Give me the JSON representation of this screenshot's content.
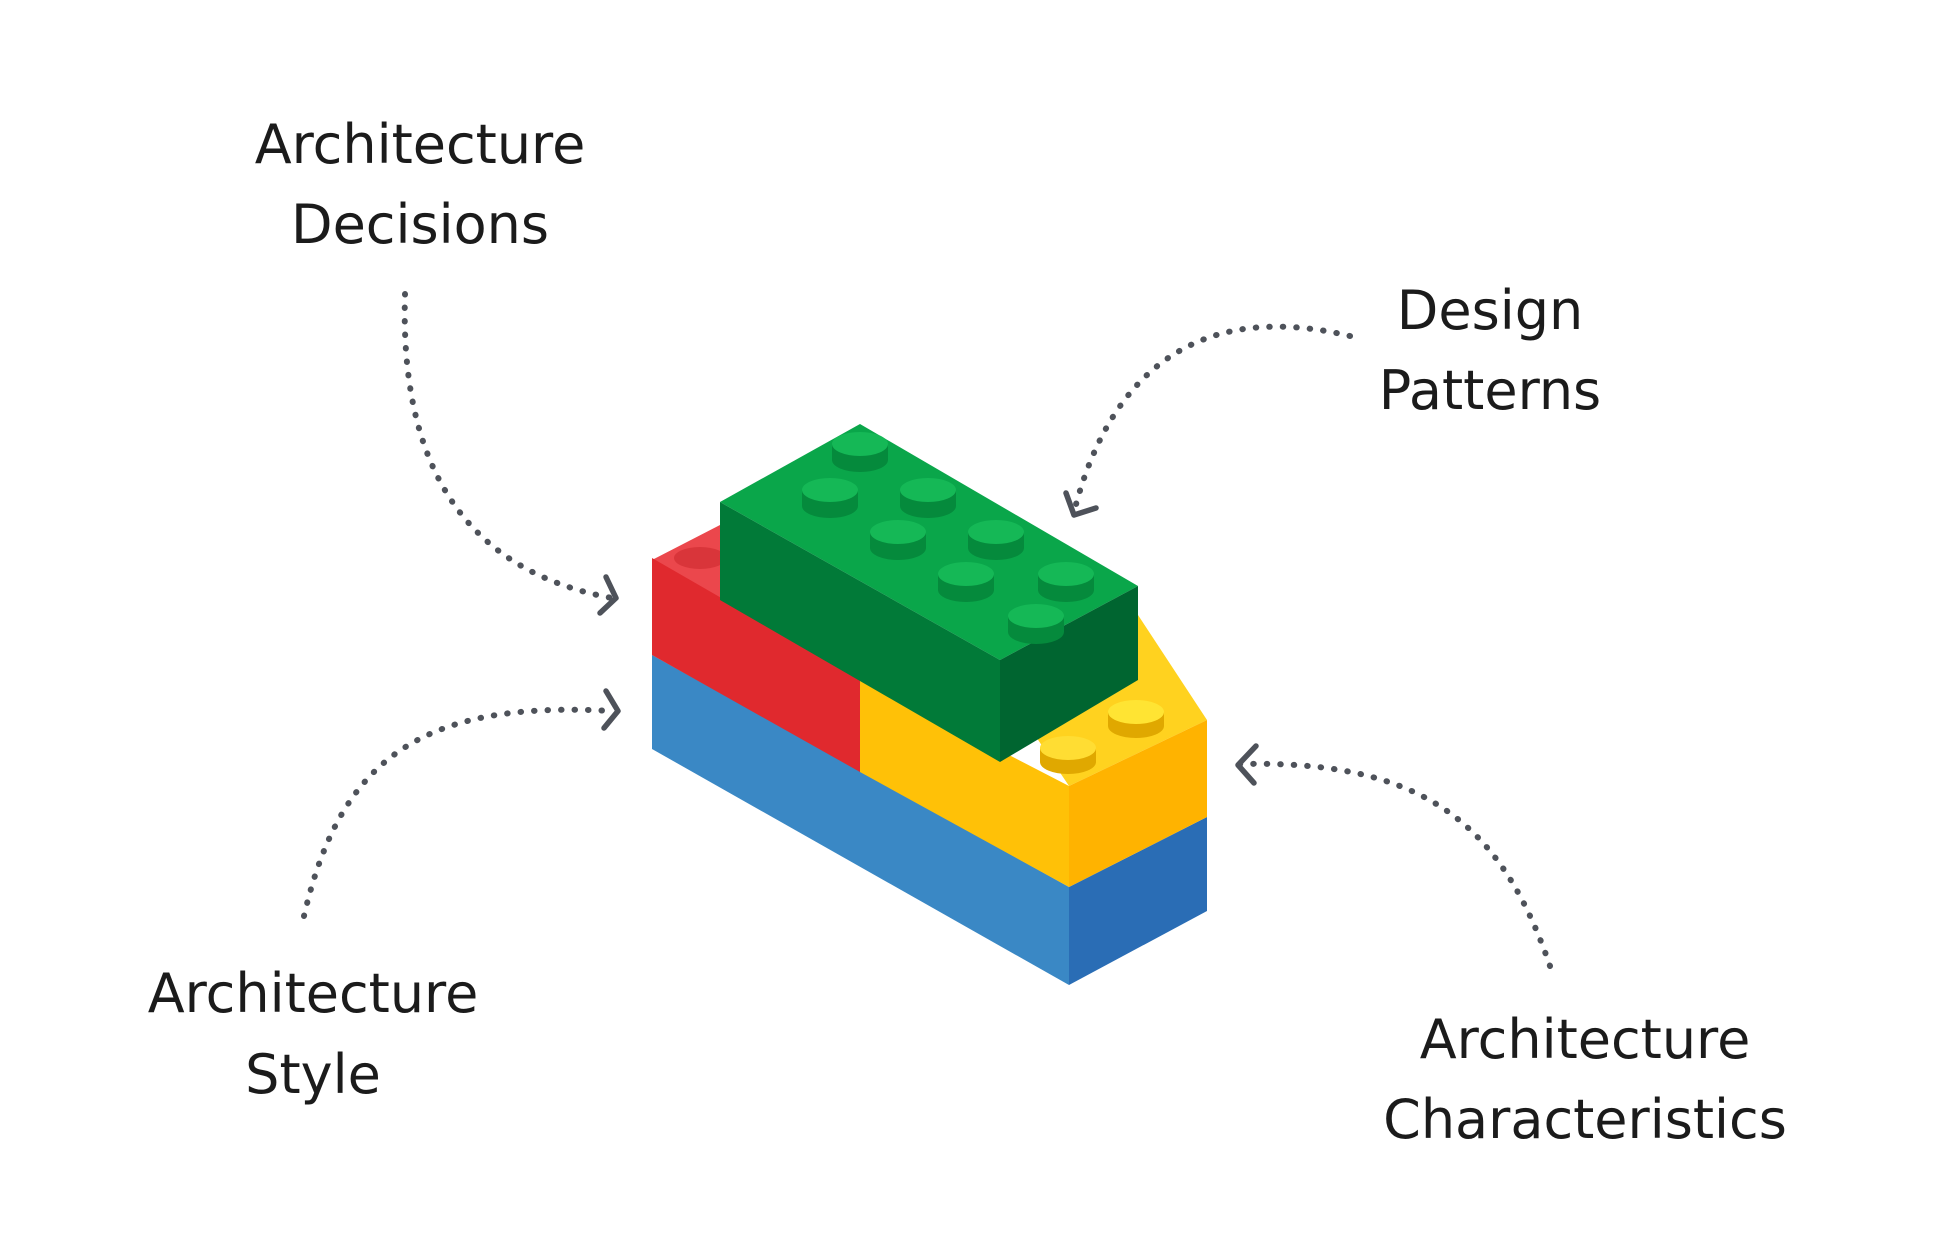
{
  "labels": {
    "decisions": [
      "Architecture",
      "Decisions"
    ],
    "patterns": [
      "Design",
      "Patterns"
    ],
    "style": [
      "Architecture",
      "Style"
    ],
    "characteristics": [
      "Architecture",
      "Characteristics"
    ]
  },
  "colors": {
    "arrow": "#4e525a",
    "text": "#1b1b1b",
    "blue": "#3a88c5",
    "red": "#e0292e",
    "yellow": "#ffc107",
    "green": "#0aa64a"
  }
}
